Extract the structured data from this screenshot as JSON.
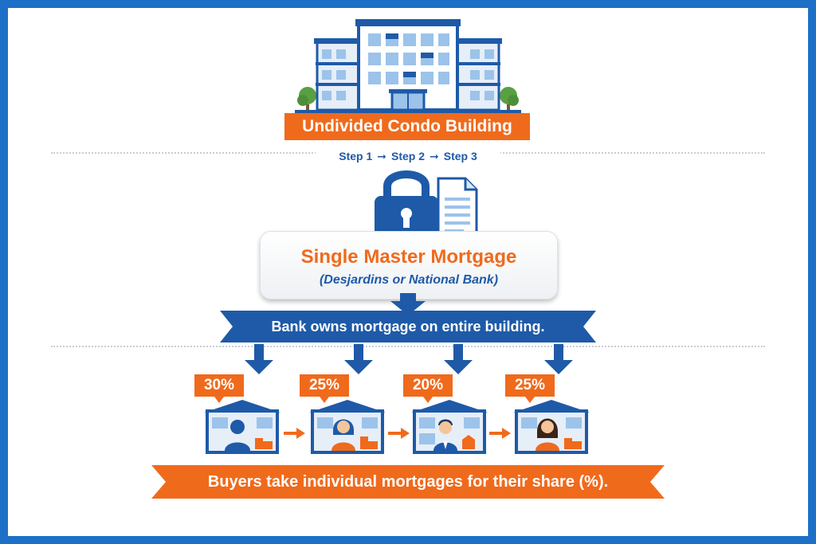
{
  "building": {
    "label": "Undivided Condo Building"
  },
  "steps": [
    "Step 1",
    "Step 2",
    "Step 3"
  ],
  "mortgage": {
    "title": "Single Master Mortgage",
    "subtitle": "(Desjardins or National Bank)"
  },
  "bank_banner": {
    "text": "Bank owns mortgage on entire building."
  },
  "units": [
    {
      "share": "30%",
      "occupant": "man-person-icon"
    },
    {
      "share": "25%",
      "occupant": "woman-person-icon"
    },
    {
      "share": "20%",
      "occupant": "man-suit-person-icon"
    },
    {
      "share": "25%",
      "occupant": "woman-person-icon"
    }
  ],
  "buyers_banner": {
    "text": "Buyers take individual mortgages for their share (%)."
  },
  "colors": {
    "frame_blue": "#1e6fc8",
    "dark_blue": "#1e5aa8",
    "orange": "#f06a1c",
    "light_blue": "#9cc3ea"
  }
}
